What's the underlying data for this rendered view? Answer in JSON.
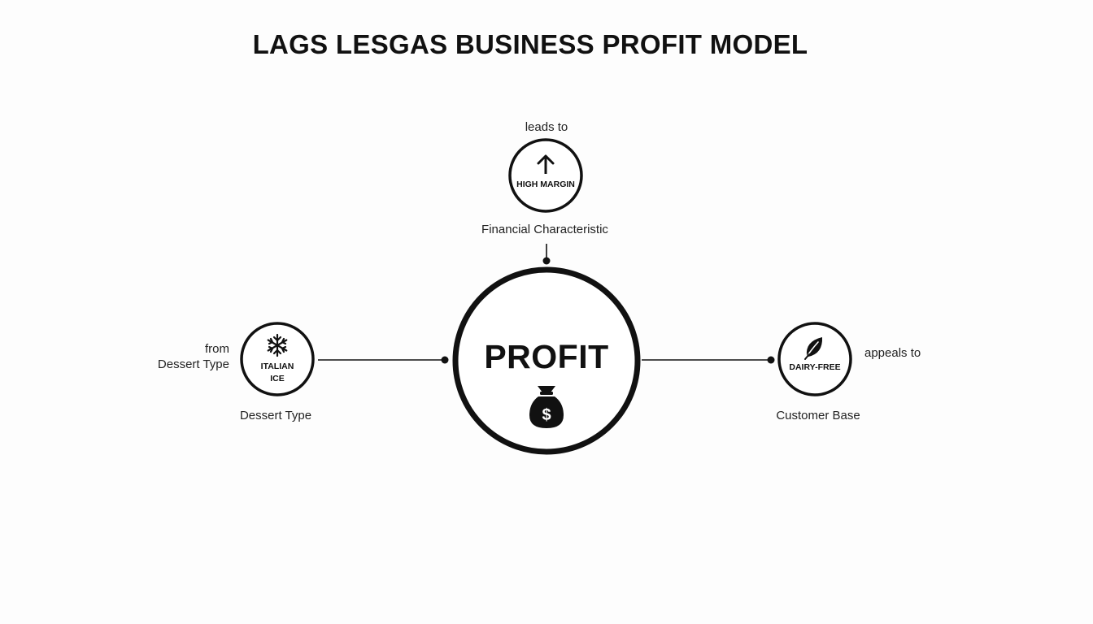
{
  "title": "LAGS LESGAS BUSINESS PROFIT MODEL",
  "center": {
    "label": "PROFIT",
    "icon": "money-bag-icon"
  },
  "top_node": {
    "label": "HIGH MARGIN",
    "icon": "arrow-up-icon",
    "relation": "leads to",
    "category": "Financial Characteristic"
  },
  "left_node": {
    "label_line1": "ITALIAN",
    "label_line2": "ICE",
    "icon": "snowflake-icon",
    "relation_line1": "from",
    "relation_line2": "Dessert Type",
    "category": "Dessert Type"
  },
  "right_node": {
    "label": "DAIRY-FREE",
    "icon": "leaf-icon",
    "relation": "appeals to",
    "category": "Customer Base"
  }
}
